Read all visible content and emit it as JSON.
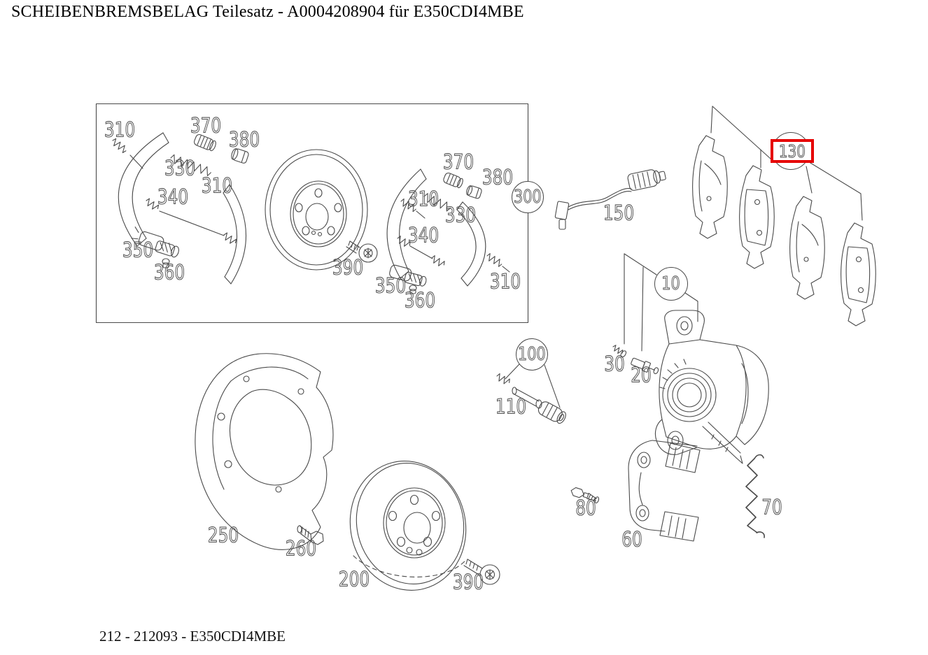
{
  "title": "SCHEIBENBREMSBELAG Teilesatz - A0004208904 für E350CDI4MBE",
  "footer": "212 - 212093 - E350CDI4MBE",
  "highlight": {
    "part": "130",
    "color": "#e60000"
  },
  "colors": {
    "line": "#4a4a4a",
    "text": "#000000",
    "background": "#ffffff"
  },
  "labels": [
    {
      "text": "310"
    },
    {
      "text": "370"
    },
    {
      "text": "380"
    },
    {
      "text": "330"
    },
    {
      "text": "310"
    },
    {
      "text": "340"
    },
    {
      "text": "350"
    },
    {
      "text": "360"
    },
    {
      "text": "390"
    },
    {
      "text": "370"
    },
    {
      "text": "380"
    },
    {
      "text": "310"
    },
    {
      "text": "330"
    },
    {
      "text": "340"
    },
    {
      "text": "350"
    },
    {
      "text": "360"
    },
    {
      "text": "310"
    },
    {
      "text": "150"
    },
    {
      "text": "30"
    },
    {
      "text": "20"
    },
    {
      "text": "110"
    },
    {
      "text": "80"
    },
    {
      "text": "60"
    },
    {
      "text": "70"
    },
    {
      "text": "250"
    },
    {
      "text": "260"
    },
    {
      "text": "200"
    },
    {
      "text": "390"
    }
  ],
  "balloons": [
    {
      "text": "300"
    },
    {
      "text": "130"
    },
    {
      "text": "10"
    },
    {
      "text": "100"
    }
  ]
}
